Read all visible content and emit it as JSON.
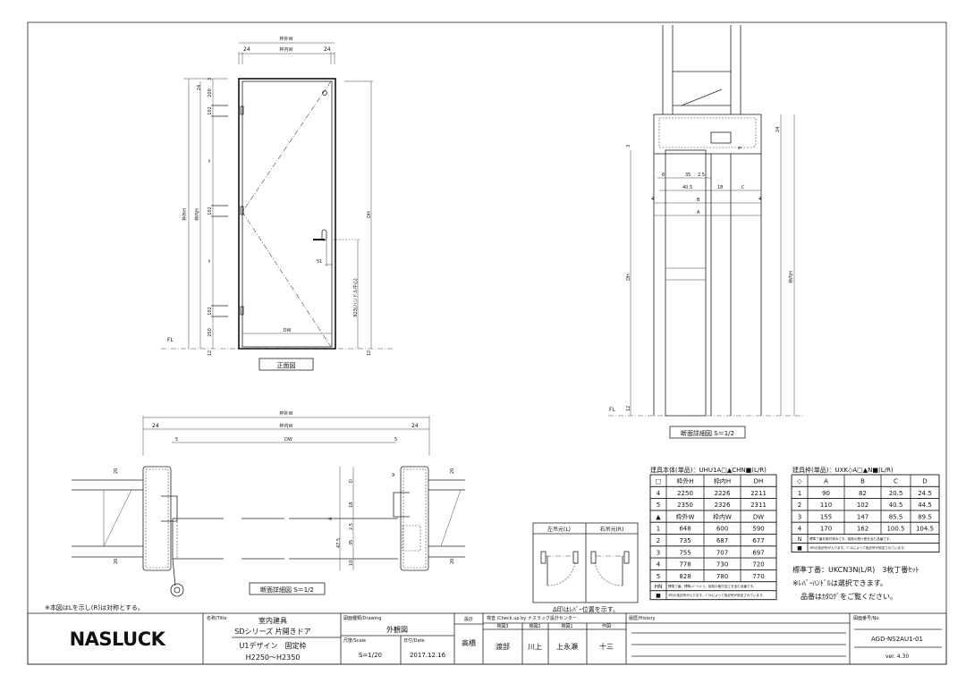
{
  "front_view": {
    "caption": "正面図",
    "dims": {
      "frame_outer_w": "枠外W",
      "frame_inner_w": "枠内W",
      "side": "24",
      "frame_outer_h": "枠外H",
      "frame_inner_h": "枠内H",
      "top_24": "24",
      "d3": "3",
      "d200": "200",
      "d102a": "102",
      "eq1": "=",
      "d102b": "102",
      "eq2": "=",
      "d102c": "102",
      "d250": "250",
      "d12": "12",
      "dh": "DH",
      "dw": "DW",
      "d51": "51",
      "handle_h": "923(ハンドル中心)",
      "fl": "FL",
      "d12r": "12"
    }
  },
  "section_vertical": {
    "caption": "断面詳細図 S＝1/2",
    "dims": {
      "d3": "3",
      "d24": "24",
      "d9": "9",
      "d6": "6",
      "d35": "35",
      "d2_5": "2.5",
      "d40_5": "40.5",
      "d18": "18",
      "c": "C",
      "d4l": "4",
      "b": "B",
      "d4r": "4",
      "a": "A",
      "dh": "DH",
      "inner_h": "枠内H",
      "d12": "12",
      "fl": "FL"
    }
  },
  "section_horizontal": {
    "caption": "断面詳細図 S＝1/2",
    "dims": {
      "outer_w": "枠外W",
      "d24l": "24",
      "inner_w": "枠内W",
      "d24r": "24",
      "d5l": "5",
      "dw": "DW",
      "d5r": "5",
      "d20a": "20",
      "d20b": "20",
      "d": "D",
      "d9": "9",
      "d18": "18",
      "a": "A",
      "d2_5": "2.5",
      "d47_5": "47.5",
      "d35": "35",
      "d10": "10",
      "d20c": "20",
      "d20d": "20"
    }
  },
  "note_symmetric": "※本図はLを示し(R)は対称とする。",
  "hinge_diagram": {
    "left": "左吊元(L)",
    "right": "右吊元(R)",
    "note": "Δ印はﾚﾊﾞｰ位置を示す。"
  },
  "door_table": {
    "title": "建具本体(単品)：UHU1A□▲CHN■(L/R)",
    "header_h": [
      "□",
      "枠外H",
      "枠内H",
      "DH"
    ],
    "rows_h": [
      [
        "4",
        "2250",
        "2226",
        "2211"
      ],
      [
        "5",
        "2350",
        "2326",
        "2311"
      ]
    ],
    "header_w": [
      "▲",
      "枠外W",
      "枠内W",
      "DW"
    ],
    "rows_w": [
      [
        "1",
        "648",
        "600",
        "590"
      ],
      [
        "2",
        "735",
        "687",
        "677"
      ],
      [
        "3",
        "755",
        "707",
        "697"
      ],
      [
        "4",
        "778",
        "730",
        "720"
      ],
      [
        "5",
        "828",
        "780",
        "770"
      ]
    ],
    "notes": [
      {
        "key": "HN",
        "text": "標準丁番、標準ﾚﾊﾞｰﾊﾝﾄﾞﾙ、錠前の取付加工を含む品番です。"
      },
      {
        "key": "■",
        "text": "3桁の色記号が入ります。ﾊﾟﾈﾙによって色記号が設定されています。"
      }
    ]
  },
  "frame_table": {
    "title": "建具枠(単品)：UXK◇A□▲N■(L/R)",
    "header": [
      "◇",
      "A",
      "B",
      "C",
      "D"
    ],
    "rows": [
      [
        "1",
        "90",
        "82",
        "20.5",
        "24.5"
      ],
      [
        "2",
        "110",
        "102",
        "40.5",
        "44.5"
      ],
      [
        "3",
        "155",
        "147",
        "85.5",
        "89.5"
      ],
      [
        "4",
        "170",
        "162",
        "100.5",
        "104.5"
      ]
    ],
    "notes": [
      {
        "key": "N",
        "text": "標準丁番を取付済みです。錠前の受け座を含む品番です。"
      },
      {
        "key": "■",
        "text": "3桁の色記号が入ります。ﾊﾟﾈﾙによって色記号が設定されています。"
      }
    ]
  },
  "hinge_note": "標準丁番：UKCN3N(L/R)　3枚丁番ｾｯﾄ",
  "lever_note": "※ﾚﾊﾞｰﾊﾝﾄﾞﾙは選択できます。",
  "catalog_note": "品番はｶﾀﾛｸﾞをご覧ください。",
  "title_block": {
    "logo": "NASLUCK",
    "title_label": "名称/Title",
    "title_line1": "室内建具",
    "title_line2": "SDシリーズ 片開きドア",
    "title_line3": "U1デザイン　固定枠",
    "title_line4": "H2250～H2350",
    "drawing_label": "図面種類/Drawing",
    "drawing": "外観図",
    "scale_label": "尺度/Scale",
    "scale": "S=1/20",
    "date_label": "日付/Date",
    "date": "2017.12.16",
    "designer_label": "設計",
    "designer": "高橋",
    "check_label": "検査 /Check up by ナスラック設計センター",
    "checkers": [
      {
        "role": "検図3",
        "name": "渡部"
      },
      {
        "role": "検図2",
        "name": "川上"
      },
      {
        "role": "検図1",
        "name": "上永瀬"
      },
      {
        "role": "作図",
        "name": "十三"
      }
    ],
    "history_label": "履歴/History",
    "number_label": "図面番号/No.",
    "number": "AGD-NS2AU1-01",
    "version": "ver. 4.30"
  }
}
